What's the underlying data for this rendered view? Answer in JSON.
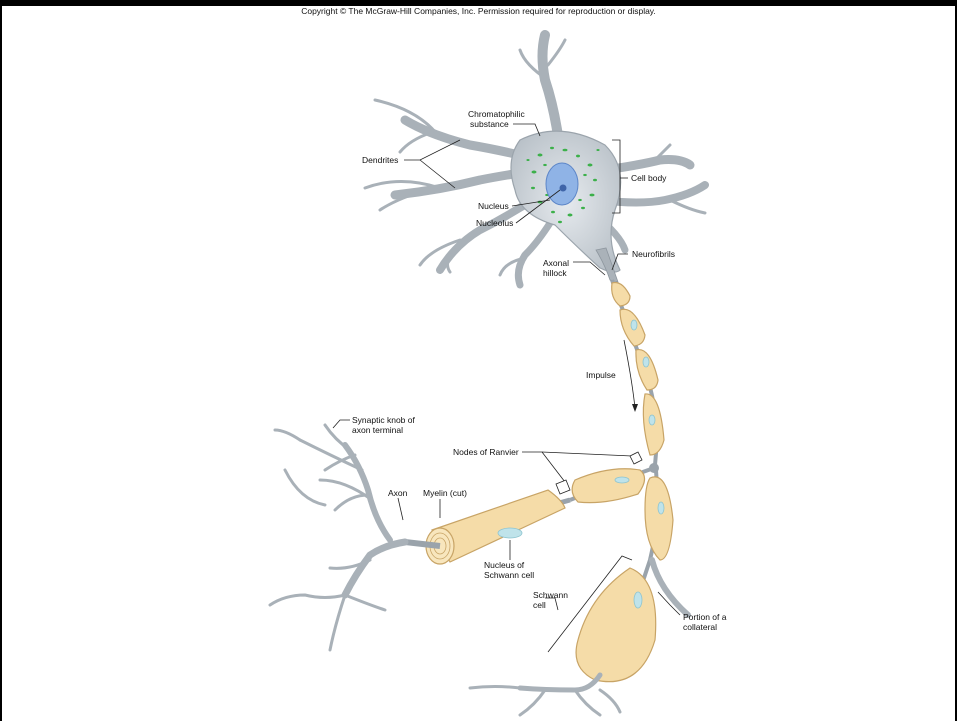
{
  "copyright": "Copyright © The McGraw-Hill Companies, Inc. Permission required for reproduction or display.",
  "labels": {
    "chromatophilic_1": "Chromatophilic",
    "chromatophilic_2": "substance",
    "dendrites": "Dendrites",
    "cell_body": "Cell body",
    "nucleus": "Nucleus",
    "nucleolus": "Nucleolus",
    "axonal_hillock_1": "Axonal",
    "axonal_hillock_2": "hillock",
    "neurofibrils": "Neurofibrils",
    "impulse": "Impulse",
    "synaptic_knob_1": "Synaptic knob of",
    "synaptic_knob_2": "axon terminal",
    "nodes_of_ranvier": "Nodes of Ranvier",
    "axon": "Axon",
    "myelin_cut": "Myelin (cut)",
    "nucleus_schwann_1": "Nucleus of",
    "nucleus_schwann_2": "Schwann cell",
    "schwann_cell_1": "Schwann",
    "schwann_cell_2": "cell",
    "collateral_1": "Portion of a",
    "collateral_2": "collateral"
  },
  "colors": {
    "neuron_gray": "#a9b1b8",
    "myelin": "#f5dca8",
    "nucleus_blue": "#8fb3e6",
    "chromatophilic_green": "#3cb04a"
  }
}
